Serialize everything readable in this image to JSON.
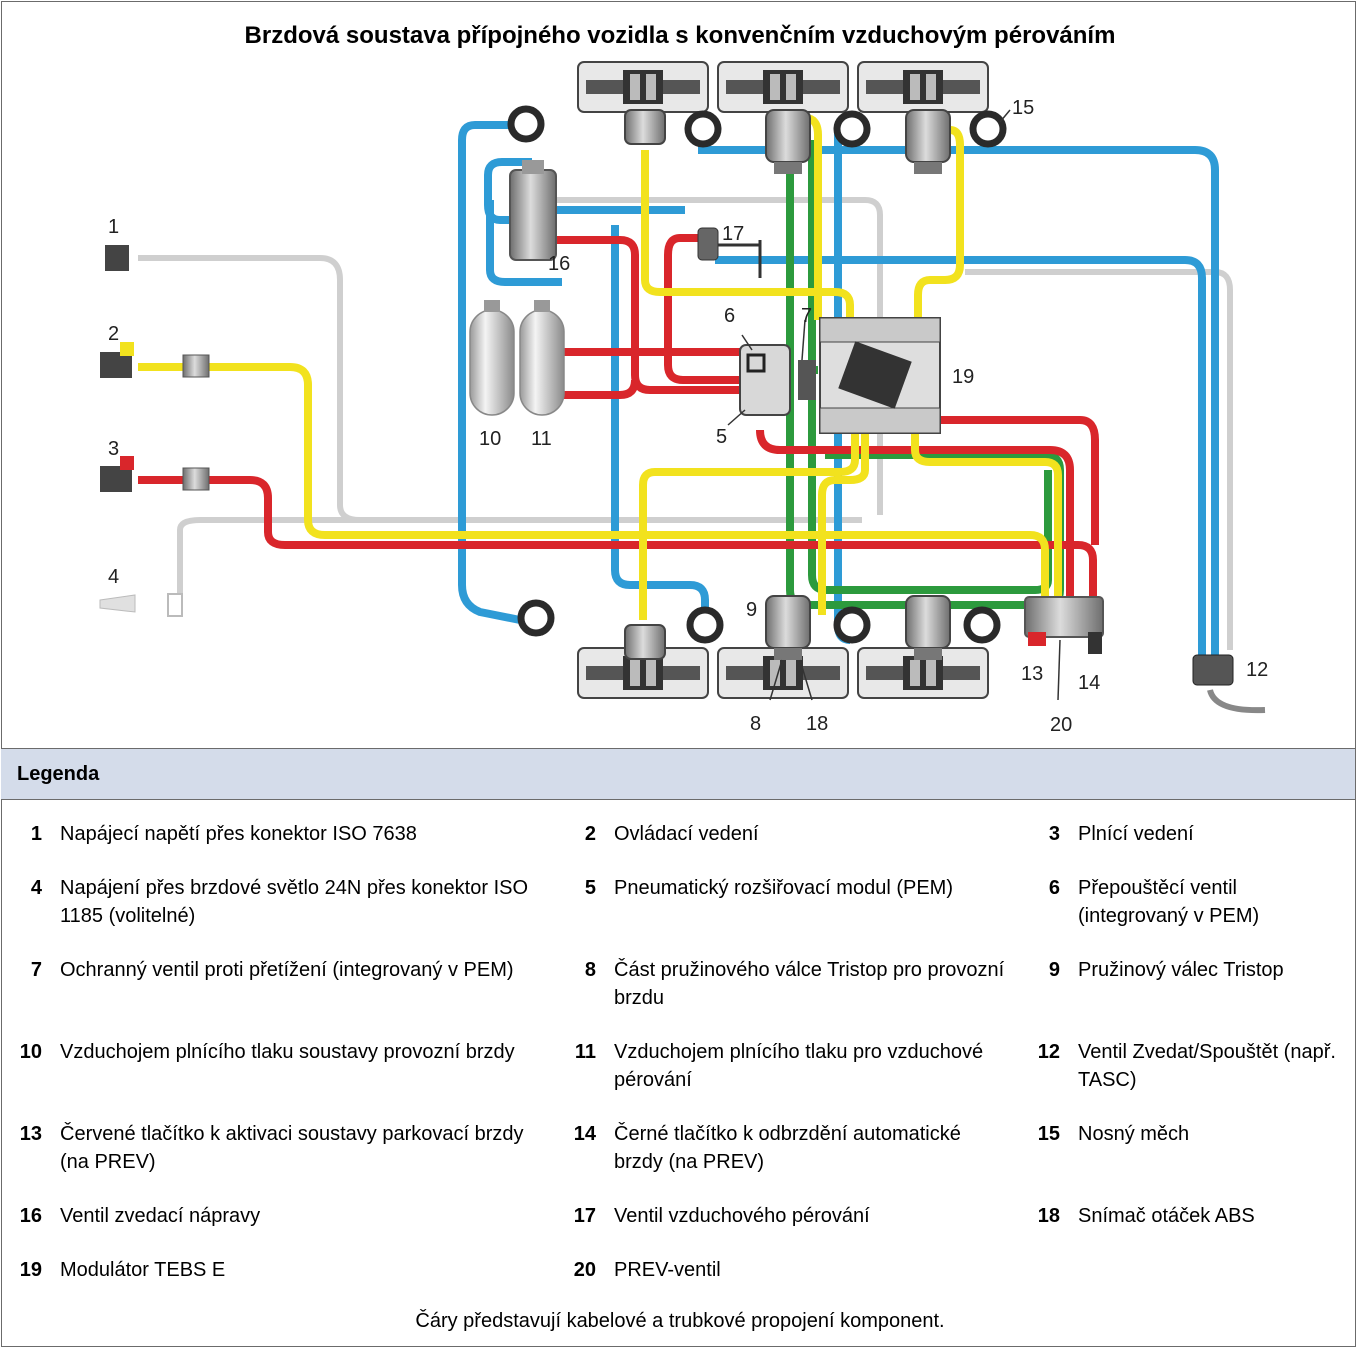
{
  "title": "Brzdová soustava přípojného vozidla s konvenčním vzduchovým pérováním",
  "diagram": {
    "callouts": [
      "1",
      "2",
      "3",
      "4",
      "5",
      "6",
      "7",
      "8",
      "9",
      "10",
      "11",
      "12",
      "13",
      "14",
      "15",
      "16",
      "17",
      "18",
      "19",
      "20"
    ],
    "line_colors": {
      "control_yellow": "#f2e21e",
      "supply_red": "#d9262b",
      "blue": "#2e9bd6",
      "green": "#2c9a3d",
      "grey": "#cfcfcf"
    }
  },
  "legend": {
    "heading": "Legenda",
    "items": [
      {
        "num": "1",
        "text": "Napájecí napětí přes konektor ISO 7638"
      },
      {
        "num": "2",
        "text": "Ovládací vedení"
      },
      {
        "num": "3",
        "text": "Plnící vedení"
      },
      {
        "num": "4",
        "text": "Napájení přes brzdové světlo 24N přes konektor ISO 1185 (volitelné)"
      },
      {
        "num": "5",
        "text": "Pneumatický rozšiřovací modul (PEM)"
      },
      {
        "num": "6",
        "text": "Přepouštěcí ventil (integrovaný v PEM)"
      },
      {
        "num": "7",
        "text": "Ochranný ventil proti přetížení (integrovaný v PEM)"
      },
      {
        "num": "8",
        "text": "Část pružinového válce Tristop pro provozní brzdu"
      },
      {
        "num": "9",
        "text": "Pružinový válec Tristop"
      },
      {
        "num": "10",
        "text": "Vzduchojem plnícího tlaku soustavy provozní brzdy"
      },
      {
        "num": "11",
        "text": "Vzduchojem plnícího tlaku pro vzduchové pérování"
      },
      {
        "num": "12",
        "text": "Ventil Zvedat/Spouštět (např. TASC)"
      },
      {
        "num": "13",
        "text": "Červené tlačítko k aktivaci soustavy parkovací brzdy (na PREV)"
      },
      {
        "num": "14",
        "text": "Černé tlačítko k odbrzdění automatické brzdy (na PREV)"
      },
      {
        "num": "15",
        "text": "Nosný měch"
      },
      {
        "num": "16",
        "text": "Ventil zvedací nápravy"
      },
      {
        "num": "17",
        "text": "Ventil vzduchového pérování"
      },
      {
        "num": "18",
        "text": "Snímač otáček ABS"
      },
      {
        "num": "19",
        "text": "Modulátor TEBS E"
      },
      {
        "num": "20",
        "text": "PREV-ventil"
      }
    ]
  },
  "footer": "Čáry představují kabelové a trubkové propojení komponent."
}
